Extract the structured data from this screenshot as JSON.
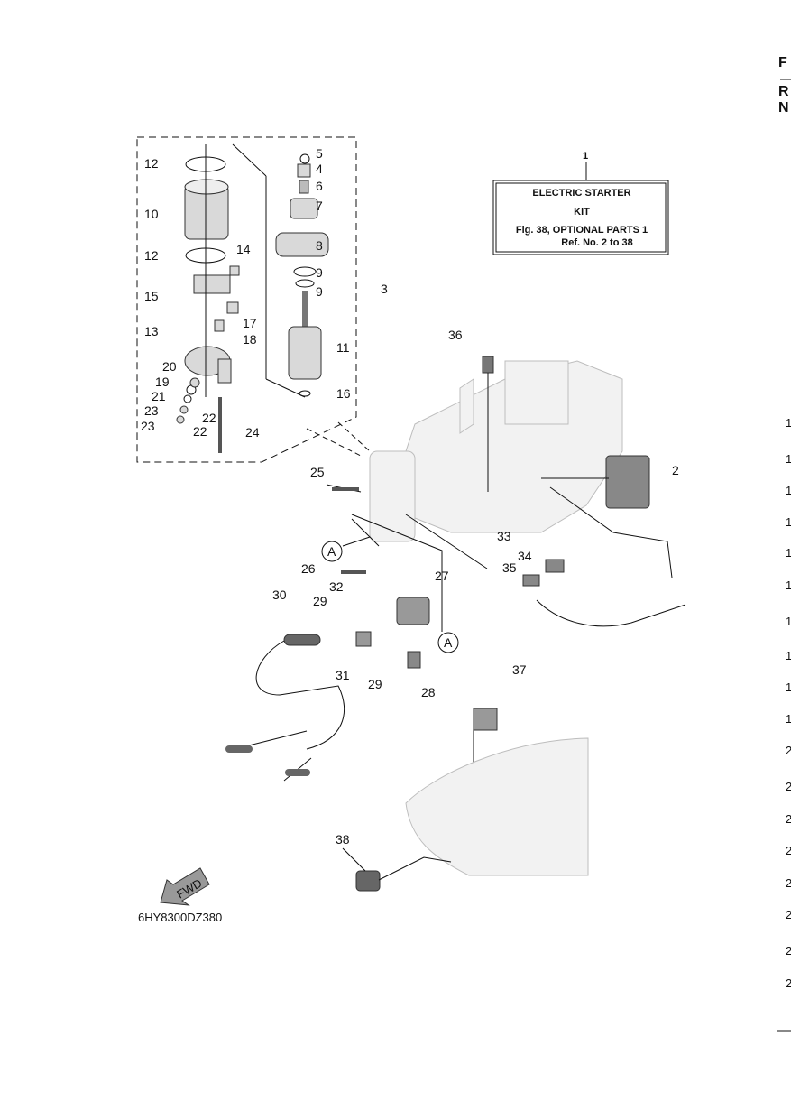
{
  "kit_box": {
    "ref": "1",
    "line1": "ELECTRIC  STARTER",
    "line2": "KIT",
    "line3": "Fig. 38, OPTIONAL PARTS 1",
    "line4": "Ref. No. 2 to 38"
  },
  "callouts": [
    "12",
    "10",
    "12",
    "14",
    "15",
    "17",
    "18",
    "13",
    "20",
    "19",
    "21",
    "23",
    "23",
    "22",
    "22",
    "24",
    "5",
    "4",
    "6",
    "7",
    "8",
    "9",
    "9",
    "3",
    "11",
    "16",
    "36",
    "2",
    "25",
    "26",
    "27",
    "32",
    "29",
    "30",
    "31",
    "29",
    "28",
    "33",
    "34",
    "35",
    "37",
    "38"
  ],
  "ref_marker": "A",
  "fwd_label": "FWD",
  "diagram_code": "6HY8300DZ380",
  "right_edge": {
    "header": [
      "F",
      "R",
      "N"
    ],
    "digits": [
      "1",
      "1",
      "1",
      "1",
      "1",
      "1",
      "1",
      "1",
      "1",
      "1",
      "2",
      "2",
      "2",
      "2",
      "2",
      "2",
      "2",
      "2"
    ]
  },
  "colors": {
    "line": "#111111",
    "part_fill": "#d9d9d9",
    "ghost_fill": "#f2f2f2"
  }
}
